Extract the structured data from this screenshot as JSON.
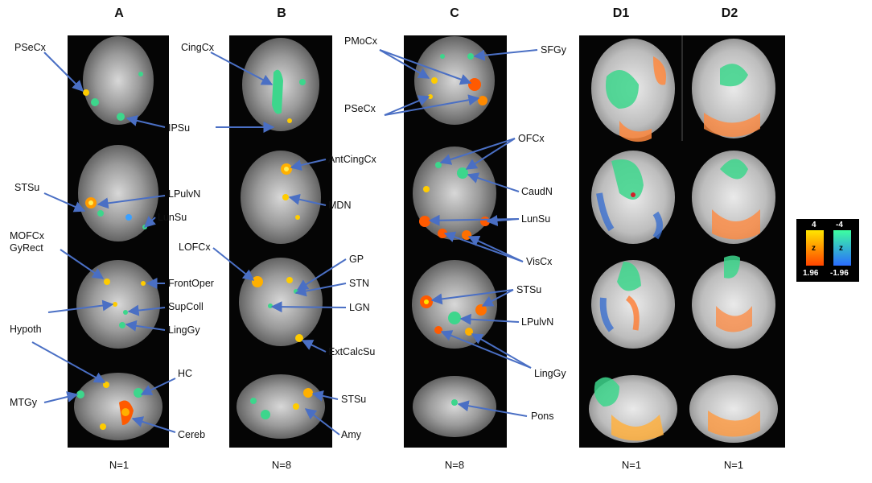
{
  "columns": {
    "a": {
      "title": "A",
      "n": "N=1"
    },
    "b": {
      "title": "B",
      "n": "N=8"
    },
    "c": {
      "title": "C",
      "n": "N=8"
    },
    "d1": {
      "title": "D1",
      "n": "N=1"
    },
    "d2": {
      "title": "D2",
      "n": "N=1"
    }
  },
  "labels": {
    "a": [
      "PSeCx",
      "IPSu",
      "STSu",
      "LPulvN",
      "LunSu",
      "MOFCx",
      "GyRect",
      "FrontOper",
      "SupColl",
      "Hypoth",
      "LingGy",
      "HC",
      "MTGy",
      "Cereb"
    ],
    "b": [
      "CingCx",
      "AntCingCx",
      "MDN",
      "LOFCx",
      "GP",
      "STN",
      "LGN",
      "ExtCalcSu",
      "STSu",
      "Amy"
    ],
    "c": [
      "PMoCx",
      "SFGy",
      "PSeCx",
      "OFCx",
      "CaudN",
      "LunSu",
      "VisCx",
      "STSu",
      "LPulvN",
      "LingGy",
      "Pons"
    ]
  },
  "colorbar": {
    "pos_max": "4",
    "pos_min": "1.96",
    "neg_max": "-4",
    "neg_min": "-1.96",
    "unit": "z"
  },
  "colors": {
    "positive": "#ff7a00",
    "positive_hi": "#ffe600",
    "negative": "#2a8cff",
    "negative_hi": "#3dffa0",
    "arrow": "#4a6fc4"
  }
}
